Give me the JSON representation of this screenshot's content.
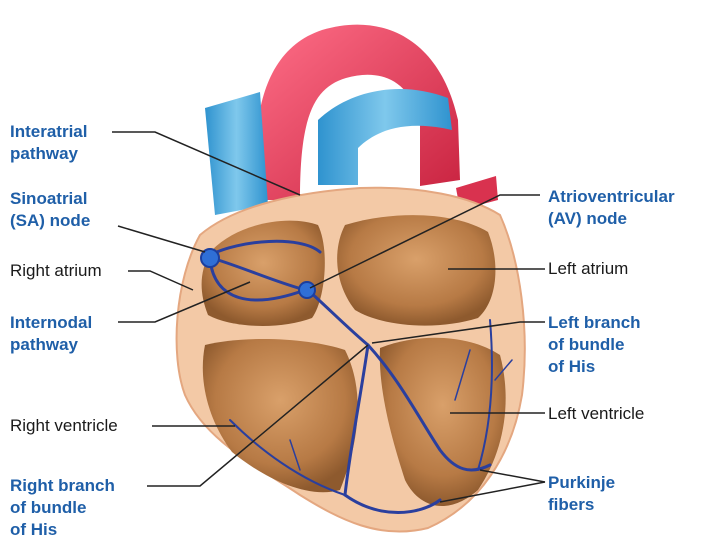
{
  "colors": {
    "label_highlight": "#1f5fa8",
    "label_plain": "#1a1a1a",
    "conduction": "#2a3f9e",
    "node": "#2f6fd6",
    "vessel_red": "#d9324f",
    "vessel_blue": "#4aa9d9",
    "chamber_wall": "#a86b3a",
    "chamber_interior": "#c58a52",
    "epicardium": "#f3c9a6"
  },
  "labels": {
    "interatrial": [
      "Interatrial",
      "pathway"
    ],
    "sa_node": [
      "Sinoatrial",
      "(SA) node"
    ],
    "right_atrium": [
      "Right atrium"
    ],
    "internodal": [
      "Internodal",
      "pathway"
    ],
    "right_ventricle": [
      "Right ventricle"
    ],
    "right_branch": [
      "Right branch",
      "of bundle",
      "of His"
    ],
    "av_node": [
      "Atrioventricular",
      "(AV) node"
    ],
    "left_atrium": [
      "Left atrium"
    ],
    "left_branch": [
      "Left branch",
      "of bundle",
      "of His"
    ],
    "left_ventricle": [
      "Left ventricle"
    ],
    "purkinje": [
      "Purkinje",
      "fibers"
    ]
  }
}
